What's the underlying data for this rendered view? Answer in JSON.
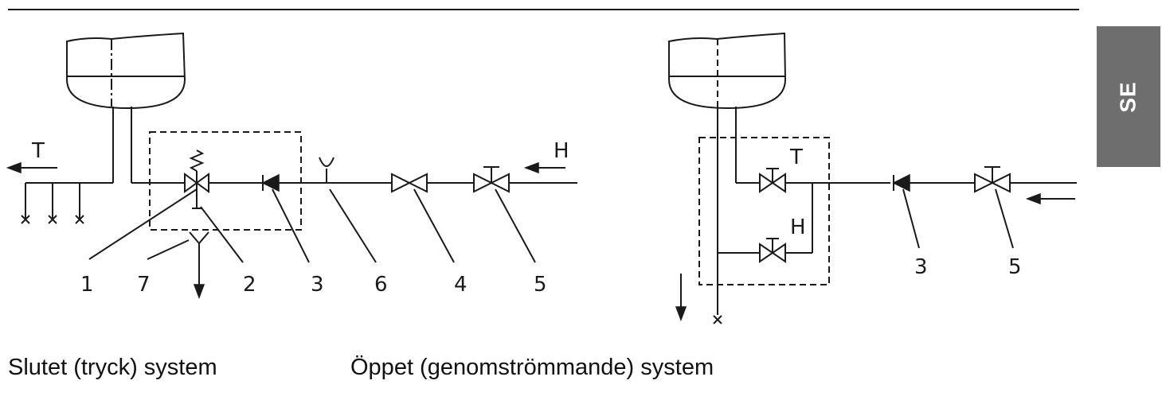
{
  "captions": {
    "closed_system": "Slutet (tryck) system",
    "open_system": "Öppet (genomströmmande) system"
  },
  "language_tab": {
    "label": "SE",
    "color": "#6e6e6e"
  },
  "diagram_left": {
    "flow_labels": {
      "hot_water": "T",
      "cold_water": "H"
    },
    "callouts": [
      "1",
      "7",
      "2",
      "3",
      "6",
      "4",
      "5"
    ]
  },
  "diagram_right": {
    "flow_labels": {
      "hot_water": "T",
      "cold_water": "H"
    },
    "callouts": [
      "3",
      "5"
    ]
  }
}
